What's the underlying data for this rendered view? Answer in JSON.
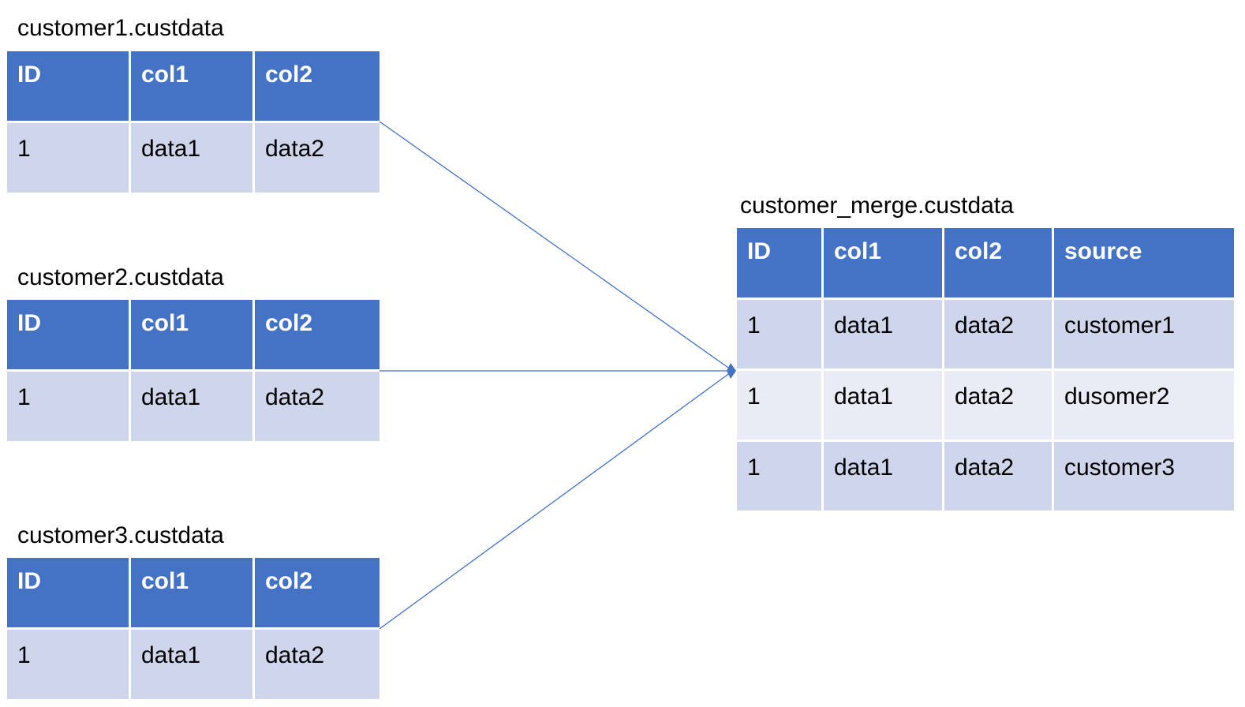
{
  "source_tables": [
    {
      "name": "customer1.custdata",
      "headers": [
        "ID",
        "col1",
        "col2"
      ],
      "rows": [
        [
          "1",
          "data1",
          "data2"
        ]
      ]
    },
    {
      "name": "customer2.custdata",
      "headers": [
        "ID",
        "col1",
        "col2"
      ],
      "rows": [
        [
          "1",
          "data1",
          "data2"
        ]
      ]
    },
    {
      "name": "customer3.custdata",
      "headers": [
        "ID",
        "col1",
        "col2"
      ],
      "rows": [
        [
          "1",
          "data1",
          "data2"
        ]
      ]
    }
  ],
  "merged_table": {
    "name": "customer_merge.custdata",
    "headers": [
      "ID",
      "col1",
      "col2",
      "source"
    ],
    "rows": [
      [
        "1",
        "data1",
        "data2",
        "customer1"
      ],
      [
        "1",
        "data1",
        "data2",
        "dusomer2"
      ],
      [
        "1",
        "data1",
        "data2",
        "customer3"
      ]
    ]
  },
  "colors": {
    "header_fill": "#4472c4",
    "row_fill_odd": "#cfd5ea",
    "row_fill_even": "#e9ebf5",
    "connector": "#4472c4"
  }
}
